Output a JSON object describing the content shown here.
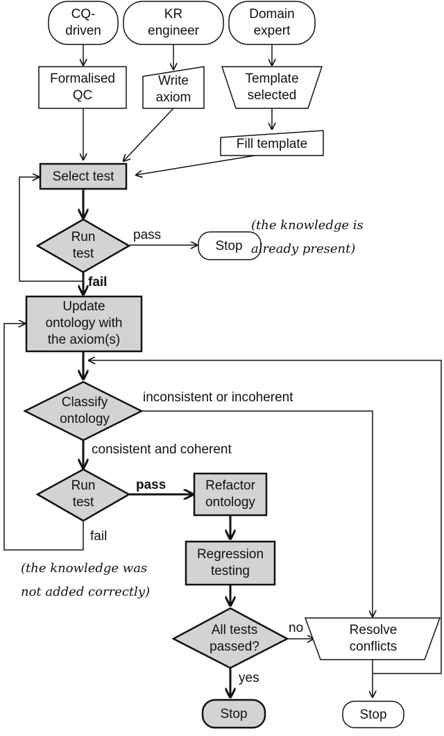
{
  "nodes": {
    "cq_driven": "CQ-\ndriven",
    "kr_engineer": "KR\nengineer",
    "domain_expert": "Domain\nexpert",
    "formalised_qc": "Formalised\nQC",
    "write_axiom": "Write\naxiom",
    "template_selected": "Template\nselected",
    "fill_template": "Fill template",
    "select_test": "Select test",
    "run_test_1": "Run\ntest",
    "stop_1": "Stop",
    "update_ontology": "Update\nontology with\nthe axiom(s)",
    "classify_ontology": "Classify\nontology",
    "run_test_2": "Run\ntest",
    "refactor_ontology": "Refactor\nontology",
    "regression_testing": "Regression\ntesting",
    "all_tests_passed": "All tests\npassed?",
    "resolve_conflicts": "Resolve\nconflicts",
    "stop_2": "Stop",
    "stop_3": "Stop"
  },
  "edge_labels": {
    "pass_1": "pass",
    "fail_1": "fail",
    "inconsistent": "inconsistent or incoherent",
    "consistent": "consistent and coherent",
    "pass_2": "pass",
    "fail_2": "fail",
    "no": "no",
    "yes": "yes"
  },
  "notes": {
    "already_present": "(the knowledge is\nalready present)",
    "not_added": "(the knowledge was\nnot added correctly)"
  }
}
